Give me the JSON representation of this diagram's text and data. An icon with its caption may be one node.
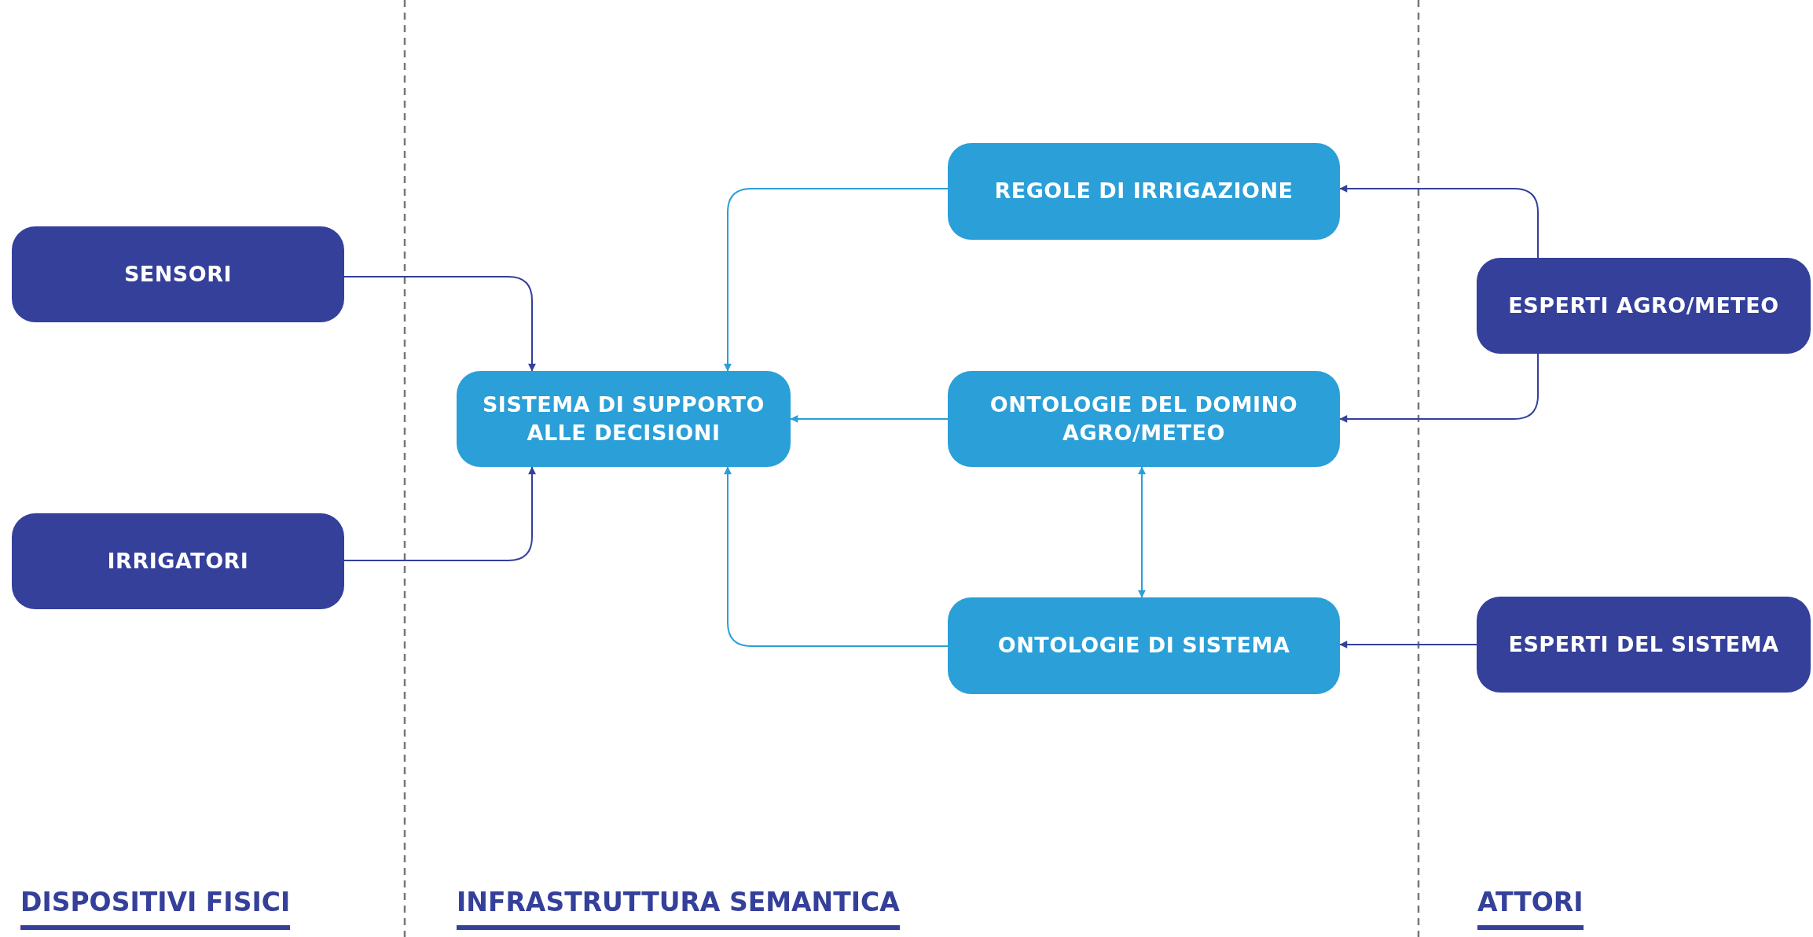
{
  "diagram": {
    "nodes": [
      {
        "text": [
          "SENSORI"
        ]
      },
      {
        "text": [
          "IRRIGATORI"
        ]
      },
      {
        "text": [
          "SISTEMA DI SUPPORTO ALLE DECISIONI"
        ]
      },
      {
        "text": [
          "REGOLE DI IRRIGAZIONE"
        ]
      },
      {
        "text": [
          "ONTOLOGIE DEL DOMINO AGRO/METEO"
        ]
      },
      {
        "text": [
          "ONTOLOGIE DI SISTEMA"
        ]
      },
      {
        "text": [
          "ESPERTI AGRO/METEO"
        ]
      },
      {
        "text": [
          "ESPERTI DEL SISTEMA"
        ]
      }
    ],
    "edges": [
      {
        "from": 0,
        "to": 2,
        "arrow": "to",
        "color": "#34409a"
      },
      {
        "from": 1,
        "to": 2,
        "arrow": "to",
        "color": "#34409a"
      },
      {
        "from": 3,
        "to": 2,
        "arrow": "to",
        "color": "#2a9fd8"
      },
      {
        "from": 4,
        "to": 2,
        "arrow": "to",
        "color": "#2a9fd8"
      },
      {
        "from": 5,
        "to": 2,
        "arrow": "to",
        "color": "#2a9fd8"
      },
      {
        "from": 4,
        "to": 5,
        "arrow": "both",
        "color": "#2a9fd8"
      },
      {
        "from": 6,
        "to": 3,
        "arrow": "to",
        "color": "#34409a"
      },
      {
        "from": 6,
        "to": 4,
        "arrow": "to",
        "color": "#34409a"
      },
      {
        "from": 7,
        "to": 5,
        "arrow": "to",
        "color": "#34409a"
      }
    ],
    "labels": [
      "DISPOSITIVI FISICI",
      "INFRASTRUTTURA SEMANTICA",
      "ATTORI"
    ]
  }
}
